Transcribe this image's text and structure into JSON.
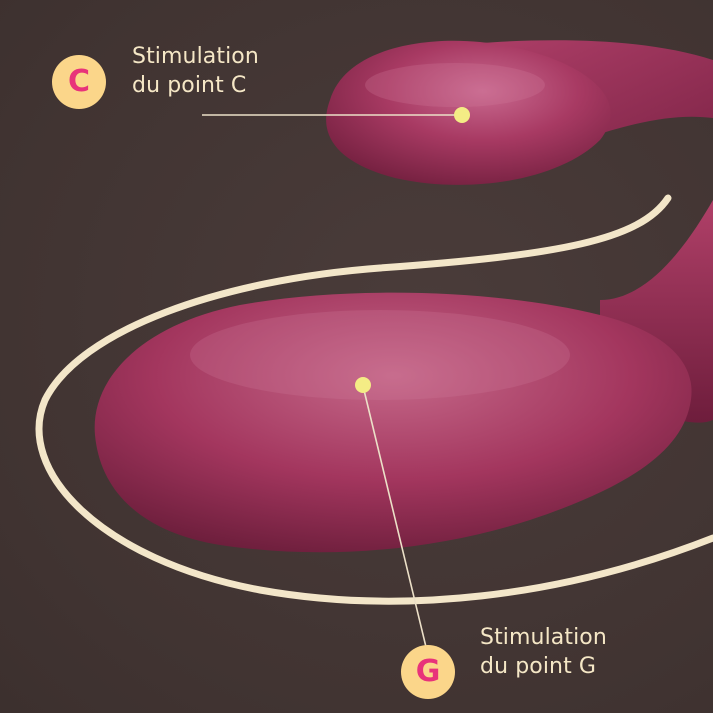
{
  "colors": {
    "background": "#443735",
    "device": "#a8365f",
    "device_highlight": "#c8698e",
    "device_shadow": "#6d1c3a",
    "curve": "#f3e6c9",
    "pointer_line": "#ece0c8",
    "marker_dot": "#f4ec85",
    "badge_fill": "#fbd68a",
    "badge_letter": "#e8337a",
    "label_text": "#f5e7c6"
  },
  "callouts": {
    "c": {
      "letter": "C",
      "line1": "Stimulation",
      "line2": "du point C"
    },
    "g": {
      "letter": "G",
      "line1": "Stimulation",
      "line2": "du point G"
    }
  }
}
